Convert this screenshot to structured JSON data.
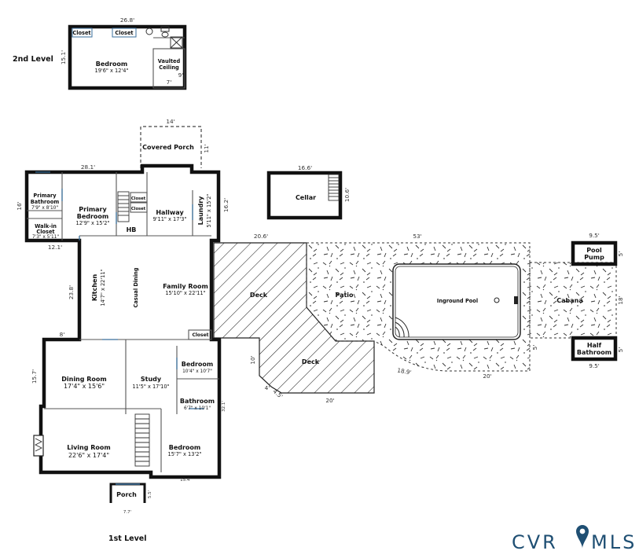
{
  "levels": {
    "second": "2nd Level",
    "first": "1st Level"
  },
  "second_level": {
    "overall_width": "26.8'",
    "overall_depth": "15.1'",
    "closet_1": "Closet",
    "closet_2": "Closet",
    "bedroom": {
      "name": "Bedroom",
      "size": "19'6\" x 12'4\""
    },
    "vaulted": {
      "name_line1": "Vaulted",
      "name_line2": "Ceiling"
    },
    "dim_7": "7'",
    "dim_9": "9'"
  },
  "covered_porch": {
    "name": "Covered Porch",
    "width": "14'",
    "depth": "11'"
  },
  "cellar": {
    "name": "Cellar",
    "width": "16.6'",
    "depth": "10.6'"
  },
  "first_level": {
    "width_top": "28.1'",
    "depth_left": "16'",
    "dim_12": "12.1'",
    "dim_238": "23.8'",
    "dim_8": "8'",
    "dim_157": "15.7'",
    "dim_162": "16.2'",
    "dim_321": "32.1'",
    "dim_154": "15.4'",
    "primary_bathroom": {
      "name_line1": "Primary",
      "name_line2": "Bathroom",
      "size": "7'9\" x 8'10\""
    },
    "walk_in_closet": {
      "name_line1": "Walk-in",
      "name_line2": "Closet",
      "size": "7'3\" x 5'11\""
    },
    "primary_bedroom": {
      "name_line1": "Primary",
      "name_line2": "Bedroom",
      "size": "12'9\" x 15'2\""
    },
    "closet_a": "Closet",
    "closet_b": "Closet",
    "hb": "HB",
    "hallway": {
      "name": "Hallway",
      "size": "9'11\" x 17'3\""
    },
    "laundry": {
      "name": "Laundry",
      "size": "5'11\" x 15'2\""
    },
    "kitchen": {
      "name": "Kitchen",
      "size": "14'7\" x 22'11\""
    },
    "casual_dining": "Casual Dining",
    "family_room": {
      "name": "Family Room",
      "size": "15'10\" x 22'11\""
    },
    "closet_c": "Closet",
    "dining_room": {
      "name": "Dining Room",
      "size": "17'4\" x 15'6\""
    },
    "study": {
      "name": "Study",
      "size": "11'5\" x 17'10\""
    },
    "bedroom_small": {
      "name": "Bedroom",
      "size": "10'4\" x 10'7\""
    },
    "bathroom": {
      "name": "Bathroom",
      "size": "6'7\" x 10'1\""
    },
    "living_room": {
      "name": "Living Room",
      "size": "22'6\" x 17'4\""
    },
    "bedroom_large": {
      "name": "Bedroom",
      "size": "15'7\" x 13'2\""
    },
    "porch": {
      "name": "Porch",
      "width": "7.7'",
      "depth": "5.5'"
    }
  },
  "outdoor": {
    "deck_upper": "Deck",
    "deck_lower": "Deck",
    "deck_width": "20.6'",
    "deck_lower_width": "20'",
    "deck_dim_10": "10'",
    "deck_dim_4": "4'",
    "deck_dim_45": "4.5'",
    "patio": "Patio",
    "patio_width": "53'",
    "pool": "Inground Pool",
    "patio_dim_189": "18.9'",
    "patio_dim_20": "20'",
    "patio_dim_5": "5'",
    "cabana": "Cabana",
    "cabana_depth": "18'",
    "pool_pump": {
      "name_line1": "Pool",
      "name_line2": "Pump",
      "width": "9.5'",
      "depth": "5'"
    },
    "half_bathroom": {
      "name_line1": "Half",
      "name_line2": "Bathroom",
      "width": "9.5'",
      "depth": "5'"
    }
  },
  "logo": {
    "left": "CVR",
    "right": "MLS",
    "pin_icon": "location-pin-icon",
    "color": "#1f4f73"
  }
}
